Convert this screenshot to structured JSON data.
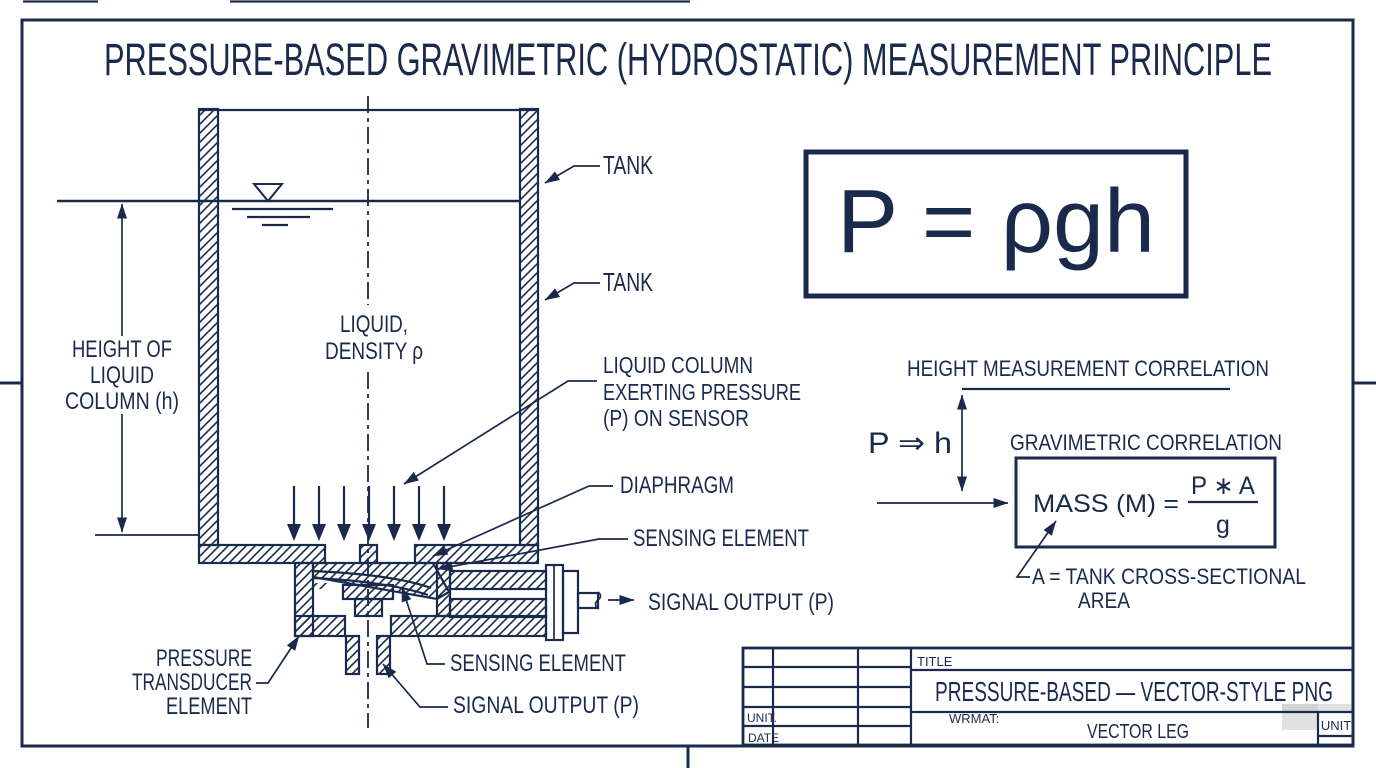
{
  "colors": {
    "ink": "#1a2a4c",
    "background": "#ffffff",
    "shade": "#c4c4c4"
  },
  "title": "PRESSURE-BASED GRAVIMETRIC (HYDROSTATIC) MEASUREMENT PRINCIPLE",
  "tank": {
    "height_label": [
      "HEIGHT OF",
      "LIQUID",
      "COLUMN (h)"
    ],
    "liquid_label": [
      "LIQUID,",
      "DENSITY ρ"
    ],
    "tank_label_upper": "TANK",
    "tank_label_lower": "TANK",
    "pressure_label": [
      "LIQUID COLUMN",
      "EXERTING PRESSURE",
      "(P) ON SENSOR"
    ]
  },
  "transducer": {
    "diaphragm_label": "DIAPHRAGM",
    "sensing_label_upper": "SENSING ELEMENT",
    "signal_label_right": "SIGNAL OUTPUT (P)",
    "element_label": [
      "PRESSURE",
      "TRANSDUCER",
      "ELEMENT"
    ],
    "sensing_label_lower": "SENSING ELEMENT",
    "signal_label_lower": "SIGNAL OUTPUT (P)"
  },
  "formula": {
    "pressure": "P = ρgh"
  },
  "correlation": {
    "height_title": "HEIGHT MEASUREMENT CORRELATION",
    "p_to_h": "P ⇒ h",
    "gravimetric_title": "GRAVIMETRIC CORRELATION",
    "mass_lhs": "MASS (M) =",
    "mass_numerator": "P ∗ A",
    "mass_denominator": "g",
    "area_note": [
      "A = TANK CROSS-SECTIONAL",
      "AREA"
    ]
  },
  "title_block": {
    "title_label": "TITLE",
    "doc_title": "PRESSURE-BASED — VECTOR-STYLE PNG",
    "unit_row_label": "UNIT.",
    "date_row_label": "DATE",
    "format_label": "WRMAT:",
    "format_value": "VECTOR LEG",
    "unit_box_label": "UNIT"
  }
}
